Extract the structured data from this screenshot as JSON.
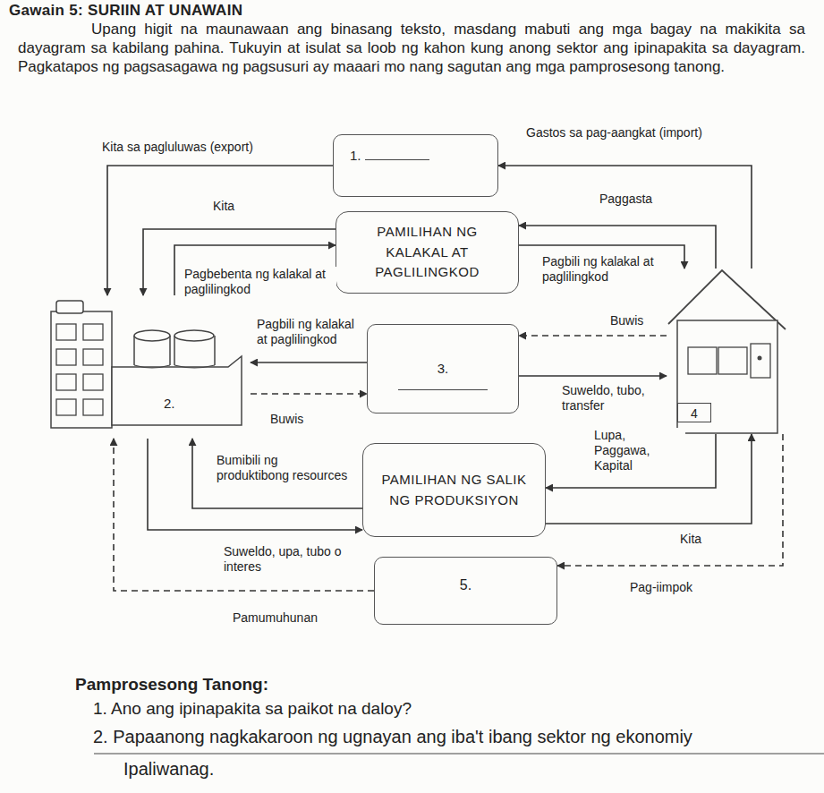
{
  "diagram": {
    "title": "Gawain 5: SURIIN AT UNAWAIN",
    "nodes": [
      {
        "text": [
          "1."
        ]
      },
      {
        "text": [
          "PAMILIHAN NG KALAKAL AT PAGLILINGKOD"
        ]
      },
      {
        "text": [
          "2."
        ]
      },
      {
        "text": [
          "3."
        ]
      },
      {
        "text": [
          "4"
        ]
      },
      {
        "text": [
          "PAMILIHAN NG SALIK NG PRODUKSIYON"
        ]
      },
      {
        "text": [
          "5."
        ]
      }
    ],
    "edges": [
      {
        "from": 0,
        "to": 2,
        "arrow": "to",
        "label": "Kita sa pagluluwas (export)"
      },
      {
        "from": 4,
        "to": 0,
        "arrow": "to",
        "label": "Gastos sa pag-aangkat (import)"
      },
      {
        "from": 1,
        "to": 2,
        "arrow": "to",
        "label": "Kita"
      },
      {
        "from": 4,
        "to": 1,
        "arrow": "to",
        "label": "Paggasta"
      },
      {
        "from": 2,
        "to": 1,
        "arrow": "to",
        "label": "Pagbebenta ng kalakal at paglilingkod"
      },
      {
        "from": 1,
        "to": 4,
        "arrow": "to",
        "label": "Pagbili ng kalakal at paglilingkod"
      },
      {
        "from": 3,
        "to": 2,
        "arrow": "to",
        "label": "Pagbili ng kalakal at paglilingkod"
      },
      {
        "from": 4,
        "to": 3,
        "arrow": "to",
        "label": "Buwis"
      },
      {
        "from": 3,
        "to": 4,
        "arrow": "to",
        "label": "Suweldo, tubo, transfer"
      },
      {
        "from": 2,
        "to": 3,
        "arrow": "to",
        "label": "Buwis"
      },
      {
        "from": 5,
        "to": 2,
        "arrow": "to",
        "label": "Bumibili ng produktibong resources"
      },
      {
        "from": 2,
        "to": 5,
        "arrow": "to",
        "label": "Suweldo, upa, tubo o interes"
      },
      {
        "from": 6,
        "to": 2,
        "arrow": "to",
        "label": "Pamumuhunan"
      },
      {
        "from": 4,
        "to": 5,
        "arrow": "to",
        "label": "Lupa, Paggawa, Kapital"
      },
      {
        "from": 5,
        "to": 4,
        "arrow": "to",
        "label": "Kita"
      },
      {
        "from": 4,
        "to": 6,
        "arrow": "to",
        "label": "Pag-iimpok"
      }
    ],
    "labels": [
      "Upang higit na maunawaan ang binasang teksto, masdang mabuti ang mga bagay na makikita sa dayagram sa kabilang pahina. Tukuyin at isulat sa loob ng kahon kung anong sektor ang ipinapakita sa dayagram. Pagkatapos ng pagsasagawa ng pagsusuri ay maaari mo nang sagutan ang mga pamprosesong tanong.",
      "Pamprosesong Tanong:",
      "1. Ano ang ipinapakita sa paikot na daloy?",
      "2. Papaanong nagkakaroon ng ugnayan ang iba't ibang sektor ng ekonomiy",
      "Ipaliwanag."
    ]
  }
}
